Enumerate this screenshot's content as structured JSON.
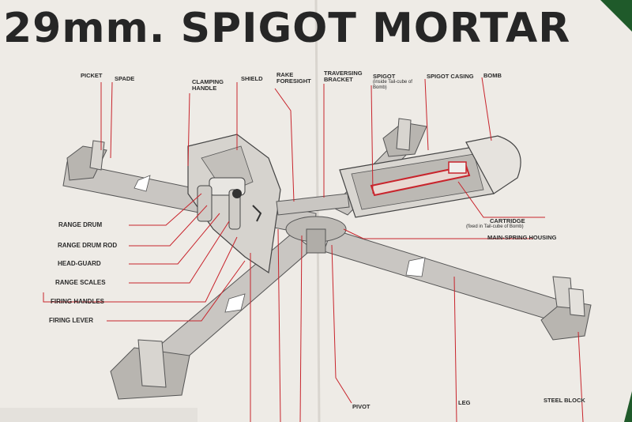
{
  "title": "29mm. SPIGOT MORTAR",
  "labels": {
    "picket": "PICKET",
    "spade": "SPADE",
    "clamping_handle_1": "CLAMPING",
    "clamping_handle_2": "HANDLE",
    "shield": "SHIELD",
    "rake_foresight_1": "RAKE",
    "rake_foresight_2": "FORESIGHT",
    "traversing_bracket_1": "TRAVERSING",
    "traversing_bracket_2": "BRACKET",
    "spigot": "SPIGOT",
    "spigot_note_1": "(inside Tail-cube of",
    "spigot_note_2": "Bomb)",
    "spigot_casing": "SPIGOT CASING",
    "bomb": "BOMB",
    "cartridge": "CARTRIDGE",
    "cartridge_note": "(fixed in Tail-cube of Bomb)",
    "main_spring_housing": "MAIN-SPRING HOUSING",
    "range_drum": "RANGE DRUM",
    "range_drum_rod": "RANGE DRUM ROD",
    "head_guard": "HEAD-GUARD",
    "range_scales": "RANGE SCALES",
    "firing_handles": "FIRING HANDLES",
    "firing_lever": "FIRING LEVER",
    "pivot": "PIVOT",
    "leg": "LEG",
    "steel_block": "STEEL BLOCK"
  },
  "colors": {
    "paper": "#eeebe6",
    "leader": "#c8242c",
    "metal": "#c9c6c2",
    "ink": "#262626",
    "backdrop": "#1f5a2a"
  }
}
